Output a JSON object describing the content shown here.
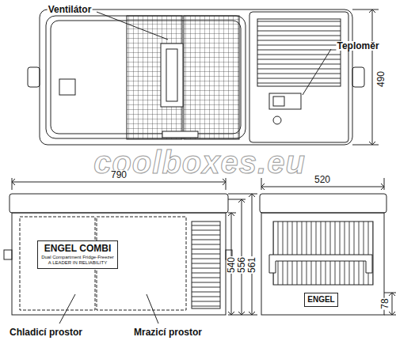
{
  "diagram": {
    "nodes": [
      {
        "text": [
          "ENGEL COMBI",
          "Dual Compartment Fridge-Freezer",
          "A LEADER IN RELIABILITY"
        ]
      },
      {
        "text": [
          "ENGEL"
        ]
      }
    ],
    "labels": [
      "Ventilátor",
      "Teploměr",
      "490",
      "coolboxes.eu",
      "790",
      "520",
      "540",
      "556",
      "561",
      "78",
      "Chladicí prostor",
      "Mrazicí prostor"
    ]
  }
}
